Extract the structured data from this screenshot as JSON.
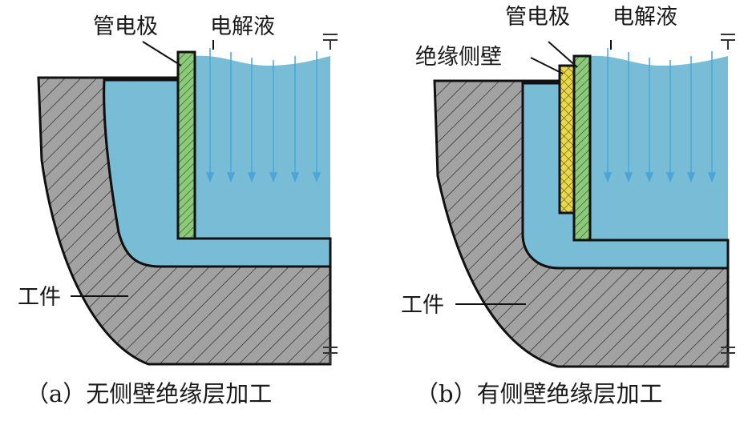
{
  "panel_a": {
    "label_electrode": "管电极",
    "label_electrolyte": "电解液",
    "label_workpiece": "工件",
    "caption": "（a）无侧壁绝缘层加工"
  },
  "panel_b": {
    "label_electrode": "管电极",
    "label_electrolyte": "电解液",
    "label_insulation": "绝缘侧壁",
    "label_workpiece": "工件",
    "caption": "（b）有侧壁绝缘层加工"
  },
  "colors": {
    "electrolyte": "#79bcd6",
    "flow_arrow": "#4aa6d8",
    "workpiece": "#a2a2a2",
    "electrode": "#8cc97a",
    "insulation": "#e8d84a",
    "outline": "#111111"
  }
}
